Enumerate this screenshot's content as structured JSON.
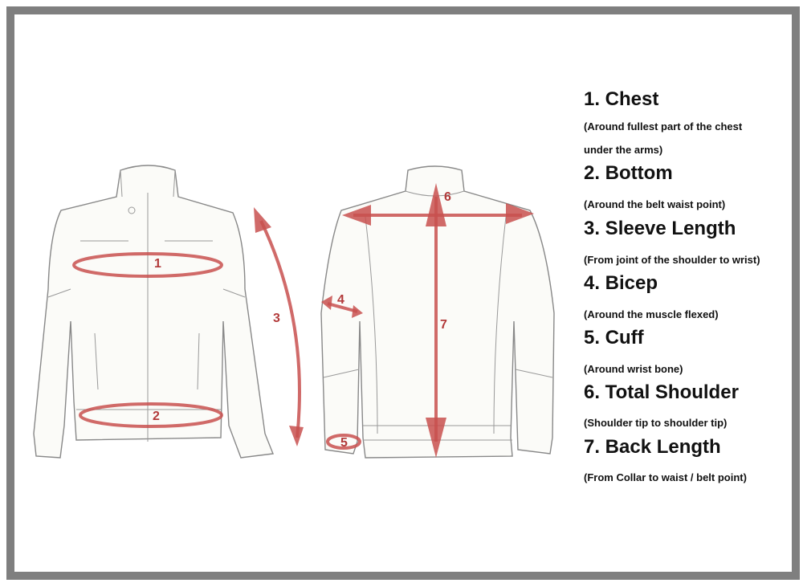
{
  "measurements": [
    {
      "title": "1. Chest",
      "desc": [
        "(Around fullest part of the chest",
        "under the arms)"
      ],
      "marker": "1"
    },
    {
      "title": "2. Bottom",
      "desc": [
        "(Around the belt waist point)"
      ],
      "marker": "2"
    },
    {
      "title": "3. Sleeve Length",
      "desc": [
        "(From joint of the shoulder to wrist)"
      ],
      "marker": "3"
    },
    {
      "title": "4. Bicep",
      "desc": [
        "(Around the muscle flexed)"
      ],
      "marker": "4"
    },
    {
      "title": "5. Cuff",
      "desc": [
        "(Around wrist bone)"
      ],
      "marker": "5"
    },
    {
      "title": "6. Total Shoulder",
      "desc": [
        "(Shoulder tip to shoulder tip)"
      ],
      "marker": "6"
    },
    {
      "title": "7. Back Length",
      "desc": [
        "(From Collar to waist / belt point)"
      ],
      "marker": "7"
    }
  ],
  "colors": {
    "border": "#7f7f7f",
    "marker": "#c8504f"
  }
}
